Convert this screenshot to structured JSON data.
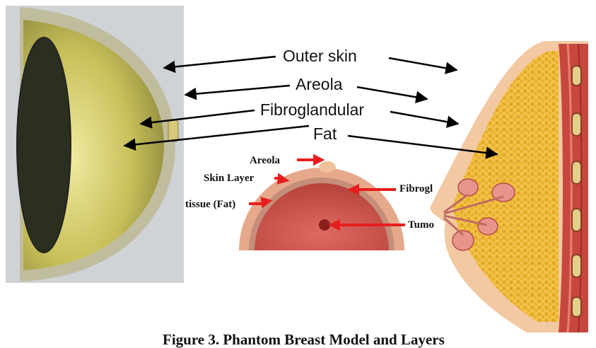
{
  "labels": {
    "outer_skin": "Outer skin",
    "areola": "Areola",
    "fibroglandular": "Fibroglandular",
    "fat": "Fat"
  },
  "inset_labels": {
    "areola": "Areola",
    "skin_layer": "Skin Layer",
    "tissue_fat": "tissue (Fat)",
    "fibro": "Fibrogl",
    "tumor": "Tumo"
  },
  "caption": "Figure 3. Phantom Breast Model and Layers",
  "colors": {
    "arrow_black": "#000000",
    "arrow_red": "#e81e1e",
    "skin": "#f2c8a0",
    "fat": "#e8b92e",
    "muscle": "#c4483e",
    "model_outer": "#b7b48f",
    "model_inner": "#c9c25a",
    "model_cavity": "#2f3320"
  }
}
